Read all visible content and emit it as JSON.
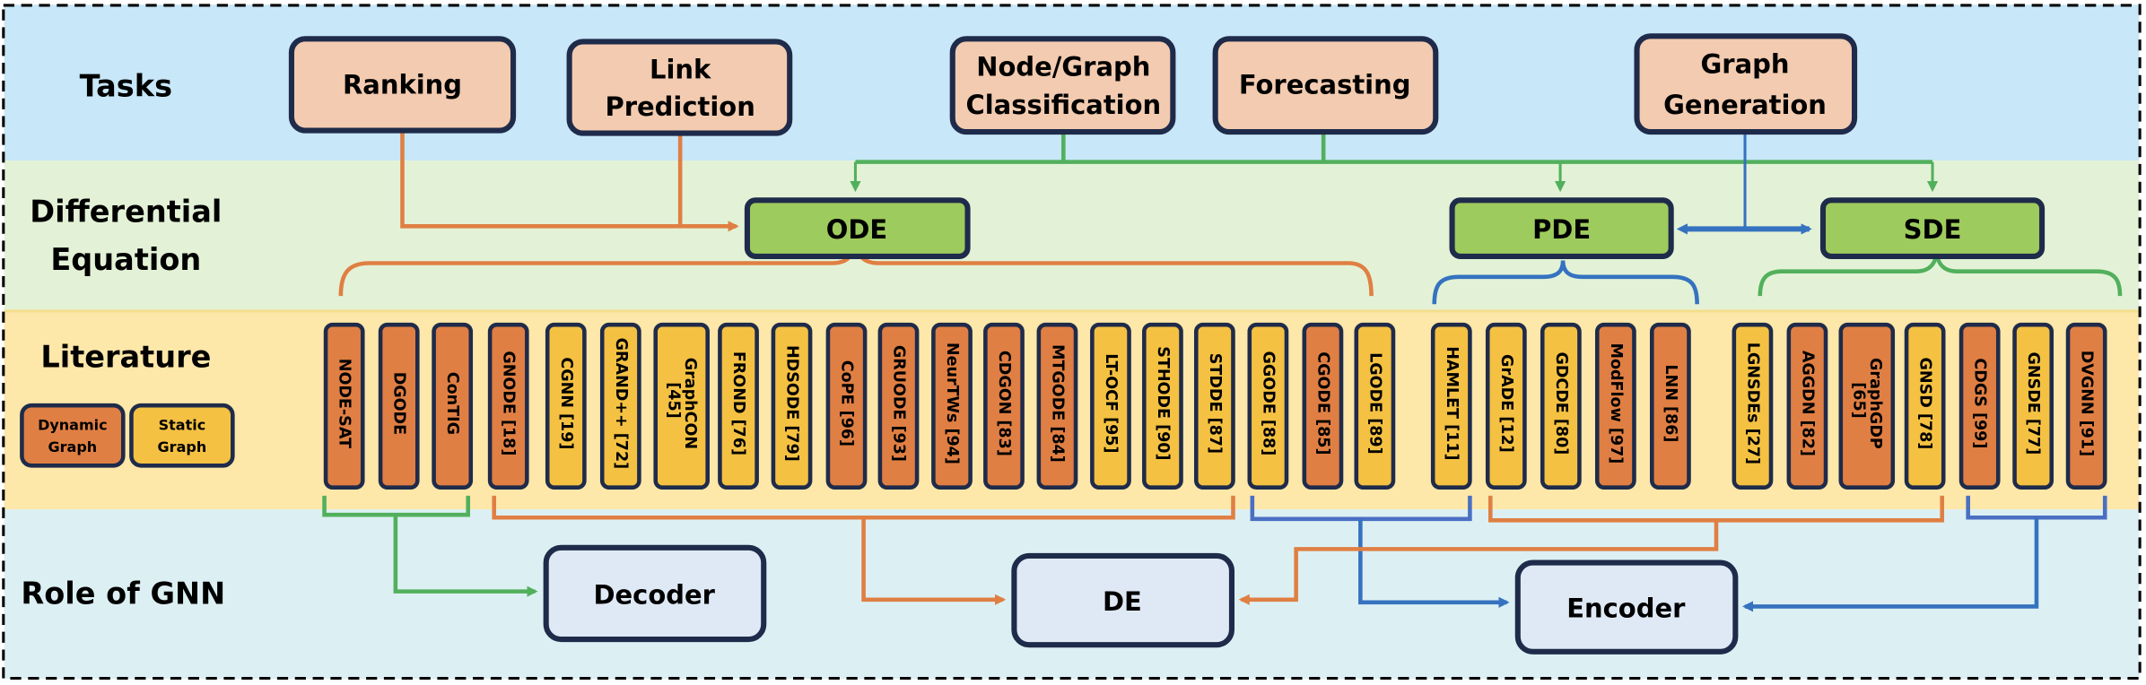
{
  "colors": {
    "tasks_band": "#c8e7f8",
    "de_band": "#e3f2d6",
    "literature_band": "#fde7a9",
    "role_band": "#dcf0f3",
    "task_box": "#f2cbb0",
    "de_box": "#9ecb5d",
    "role_box": "#dfe9f5",
    "dynamic_graph": "#e07f43",
    "static_graph": "#f4c142",
    "box_border": "#1f2b4a",
    "orange_link": "#e07f43",
    "green_link": "#52b05c",
    "blue_link": "#3572c0"
  },
  "row_labels": {
    "tasks": "Tasks",
    "de_line1": "Differential",
    "de_line2": "Equation",
    "literature": "Literature",
    "role": "Role of GNN"
  },
  "legend": {
    "dynamic": [
      "Dynamic",
      "Graph"
    ],
    "static": [
      "Static",
      "Graph"
    ]
  },
  "tasks": [
    {
      "id": "ranking",
      "lines": [
        "Ranking"
      ]
    },
    {
      "id": "link-prediction",
      "lines": [
        "Link",
        "Prediction"
      ]
    },
    {
      "id": "node-graph-classification",
      "lines": [
        "Node/Graph",
        "Classification"
      ]
    },
    {
      "id": "forecasting",
      "lines": [
        "Forecasting"
      ]
    },
    {
      "id": "graph-generation",
      "lines": [
        "Graph",
        "Generation"
      ]
    }
  ],
  "differential_equations": [
    {
      "id": "ode",
      "label": "ODE"
    },
    {
      "id": "pde",
      "label": "PDE"
    },
    {
      "id": "sde",
      "label": "SDE"
    }
  ],
  "literature": {
    "ode": [
      {
        "lines": [
          "NODE-SAT"
        ],
        "type": "dynamic"
      },
      {
        "lines": [
          "DGODE"
        ],
        "type": "dynamic"
      },
      {
        "lines": [
          "ConTIG"
        ],
        "type": "dynamic"
      },
      {
        "lines": [
          "GNODE [18]"
        ],
        "type": "dynamic"
      },
      {
        "lines": [
          "CGNN [19]"
        ],
        "type": "static"
      },
      {
        "lines": [
          "GRAND++ [72]"
        ],
        "type": "static"
      },
      {
        "lines": [
          "GraphCON",
          "[45]"
        ],
        "type": "static"
      },
      {
        "lines": [
          "FROND [76]"
        ],
        "type": "static"
      },
      {
        "lines": [
          "HDSODE [79]"
        ],
        "type": "static"
      },
      {
        "lines": [
          "CoPE [96]"
        ],
        "type": "dynamic"
      },
      {
        "lines": [
          "GRUODE [93]"
        ],
        "type": "dynamic"
      },
      {
        "lines": [
          "NeurTWs [94]"
        ],
        "type": "dynamic"
      },
      {
        "lines": [
          "CDGON [83]"
        ],
        "type": "dynamic"
      },
      {
        "lines": [
          "MTGODE [84]"
        ],
        "type": "dynamic"
      },
      {
        "lines": [
          "LT-OCF [95]"
        ],
        "type": "static"
      },
      {
        "lines": [
          "STHODE [90]"
        ],
        "type": "static"
      },
      {
        "lines": [
          "STDDE [87]"
        ],
        "type": "static"
      },
      {
        "lines": [
          "GGODE [88]"
        ],
        "type": "static"
      },
      {
        "lines": [
          "CGODE [85]"
        ],
        "type": "dynamic"
      },
      {
        "lines": [
          "LGODE [89]"
        ],
        "type": "static"
      }
    ],
    "pde": [
      {
        "lines": [
          "HAMLET [11]"
        ],
        "type": "static"
      },
      {
        "lines": [
          "GrADE [12]"
        ],
        "type": "static"
      },
      {
        "lines": [
          "GDCDE [80]"
        ],
        "type": "static"
      },
      {
        "lines": [
          "ModFlow [97]"
        ],
        "type": "dynamic"
      },
      {
        "lines": [
          "LNN [86]"
        ],
        "type": "dynamic"
      }
    ],
    "sde": [
      {
        "lines": [
          "LGNSDEs [27]"
        ],
        "type": "static"
      },
      {
        "lines": [
          "AGGDN [82]"
        ],
        "type": "dynamic"
      },
      {
        "lines": [
          "GraphGDP",
          "[65]"
        ],
        "type": "dynamic"
      },
      {
        "lines": [
          "GNSD [78]"
        ],
        "type": "static"
      },
      {
        "lines": [
          "CDGS [99]"
        ],
        "type": "dynamic"
      },
      {
        "lines": [
          "GNSDE [77]"
        ],
        "type": "static"
      },
      {
        "lines": [
          "DVGNN [91]"
        ],
        "type": "dynamic"
      }
    ]
  },
  "roles": [
    {
      "id": "decoder",
      "label": "Decoder"
    },
    {
      "id": "de",
      "label": "DE"
    },
    {
      "id": "encoder",
      "label": "Encoder"
    }
  ]
}
